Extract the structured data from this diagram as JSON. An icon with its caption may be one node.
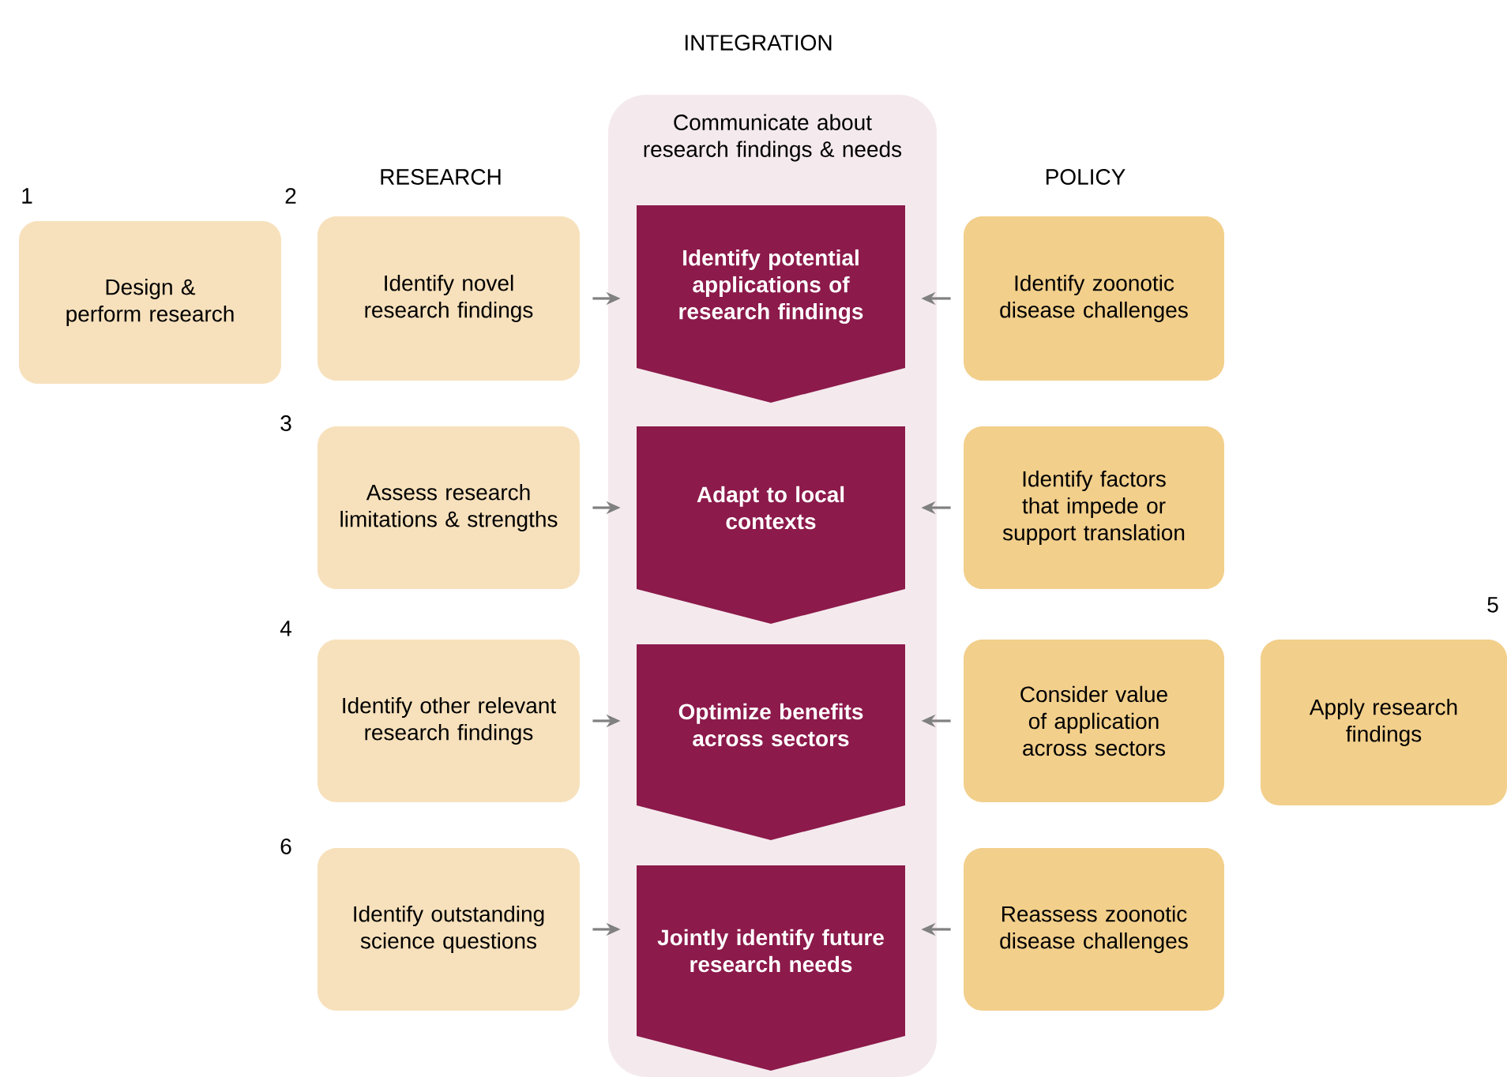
{
  "diagram": {
    "nodes": [
      {
        "text": [
          "Design & perform research"
        ]
      },
      {
        "text": [
          "Identify novel research findings"
        ]
      },
      {
        "text": [
          "Communicate about research findings & needs"
        ]
      },
      {
        "text": [
          "Identify potential applications of research findings"
        ],
        "in": 2
      },
      {
        "text": [
          "Identify zoonotic disease challenges"
        ]
      },
      {
        "text": [
          "Assess research limitations & strengths"
        ]
      },
      {
        "text": [
          "Adapt to local contexts"
        ],
        "in": 2
      },
      {
        "text": [
          "Identify factors that impede or support translation"
        ]
      },
      {
        "text": [
          "Identify other relevant research findings"
        ]
      },
      {
        "text": [
          "Optimize benefits across sectors"
        ],
        "in": 2
      },
      {
        "text": [
          "Consider value of application across sectors"
        ]
      },
      {
        "text": [
          "Apply research findings"
        ]
      },
      {
        "text": [
          "Identify outstanding science questions"
        ]
      },
      {
        "text": [
          "Jointly identify future research needs"
        ],
        "in": 2
      },
      {
        "text": [
          "Reassess zoonotic disease challenges"
        ]
      }
    ],
    "edges": [
      {
        "from": 1,
        "to": 3,
        "arrow": "to"
      },
      {
        "from": 4,
        "to": 3,
        "arrow": "to"
      },
      {
        "from": 5,
        "to": 6,
        "arrow": "to"
      },
      {
        "from": 7,
        "to": 6,
        "arrow": "to"
      },
      {
        "from": 8,
        "to": 9,
        "arrow": "to"
      },
      {
        "from": 10,
        "to": 9,
        "arrow": "to"
      },
      {
        "from": 12,
        "to": 13,
        "arrow": "to"
      },
      {
        "from": 14,
        "to": 13,
        "arrow": "to"
      }
    ],
    "labels": [
      "INTEGRATION",
      "RESEARCH",
      "POLICY",
      "1",
      "2",
      "3",
      "5",
      "4",
      "6"
    ]
  }
}
